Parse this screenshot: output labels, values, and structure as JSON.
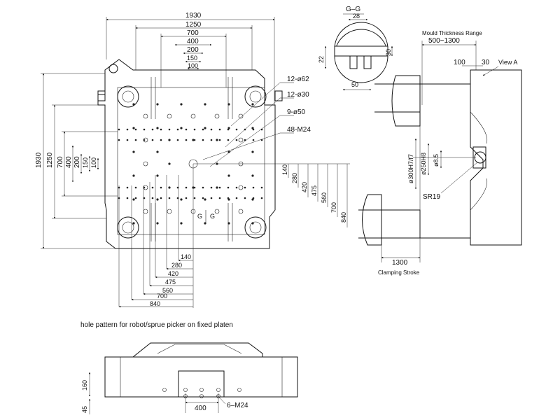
{
  "front_view": {
    "horizontal_dims": [
      "1930",
      "1250",
      "700",
      "400",
      "200",
      "150",
      "100"
    ],
    "vertical_dims": [
      "1930",
      "1250",
      "700",
      "400",
      "200",
      "150",
      "100"
    ],
    "callouts": [
      "12-ø62",
      "12-ø30",
      "9-ø50",
      "48-M24"
    ],
    "right_offsets": [
      "140",
      "280",
      "420",
      "475",
      "560",
      "700",
      "840"
    ],
    "bottom_offsets": [
      "140",
      "280",
      "420",
      "475",
      "560",
      "700",
      "840"
    ],
    "section_marks": [
      "G",
      "G"
    ]
  },
  "section_gg": {
    "title": "G–G",
    "dims": [
      "28",
      "22",
      "30",
      "50"
    ]
  },
  "side_view": {
    "mould_thickness_label": "Mould Thickness Range",
    "mould_thickness_value": "500~1300",
    "dims_top": [
      "100",
      "30"
    ],
    "view_label": "View A",
    "bore_dims": [
      "ø300H7/f7",
      "ø250H8",
      "ø8.5"
    ],
    "radius": "SR19",
    "stroke_value": "1300",
    "stroke_label": "Clamping Stroke"
  },
  "bottom_view": {
    "caption": "hole pattern for robot/sprue picker on fixed platen",
    "vertical_dims": [
      "160",
      "45"
    ],
    "width_dim": "400",
    "callout": "6–M24"
  }
}
